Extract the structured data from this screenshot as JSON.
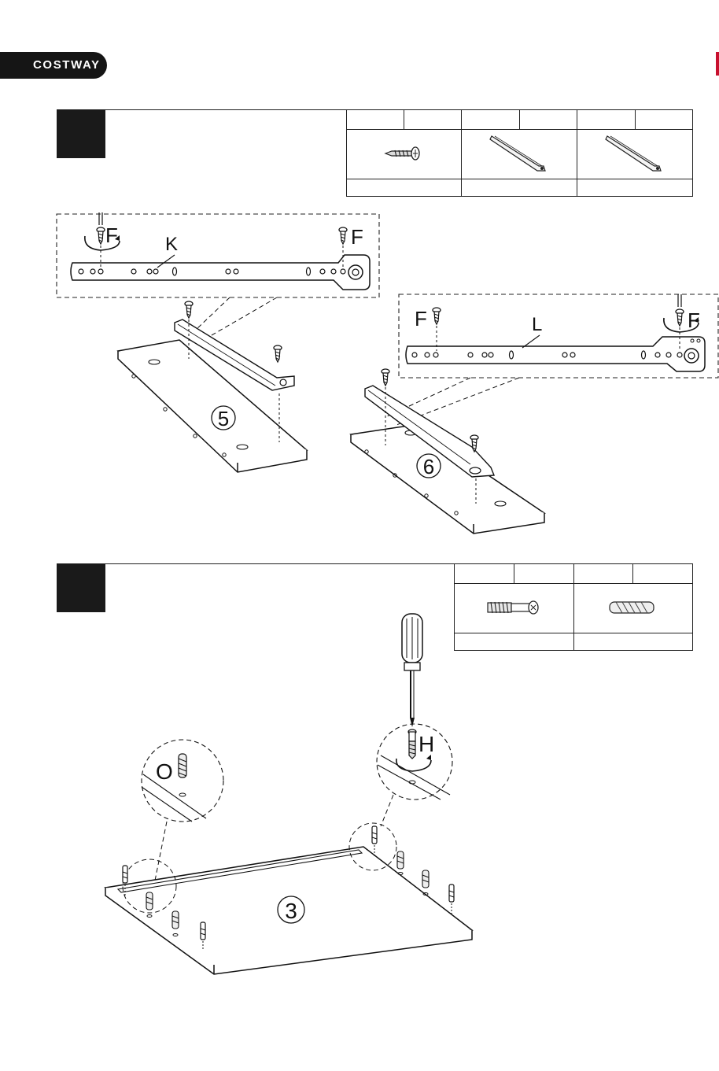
{
  "brand": {
    "name": "COSTWAY",
    "dark": "#151515",
    "accent": "#c8102e"
  },
  "step1": {
    "parts_columns": 3,
    "labels": {
      "screw": "F",
      "rail_left": "K",
      "rail_right": "L",
      "board_left": "5",
      "board_right": "6"
    }
  },
  "step2": {
    "parts_columns": 2,
    "labels": {
      "cam_bolt": "H",
      "dowel": "O",
      "board": "3"
    }
  },
  "icons": [
    "screw-icon",
    "drawer-rail-icon",
    "cam-bolt-icon",
    "wood-dowel-icon",
    "screwdriver-icon",
    "rotate-arrow-icon"
  ]
}
